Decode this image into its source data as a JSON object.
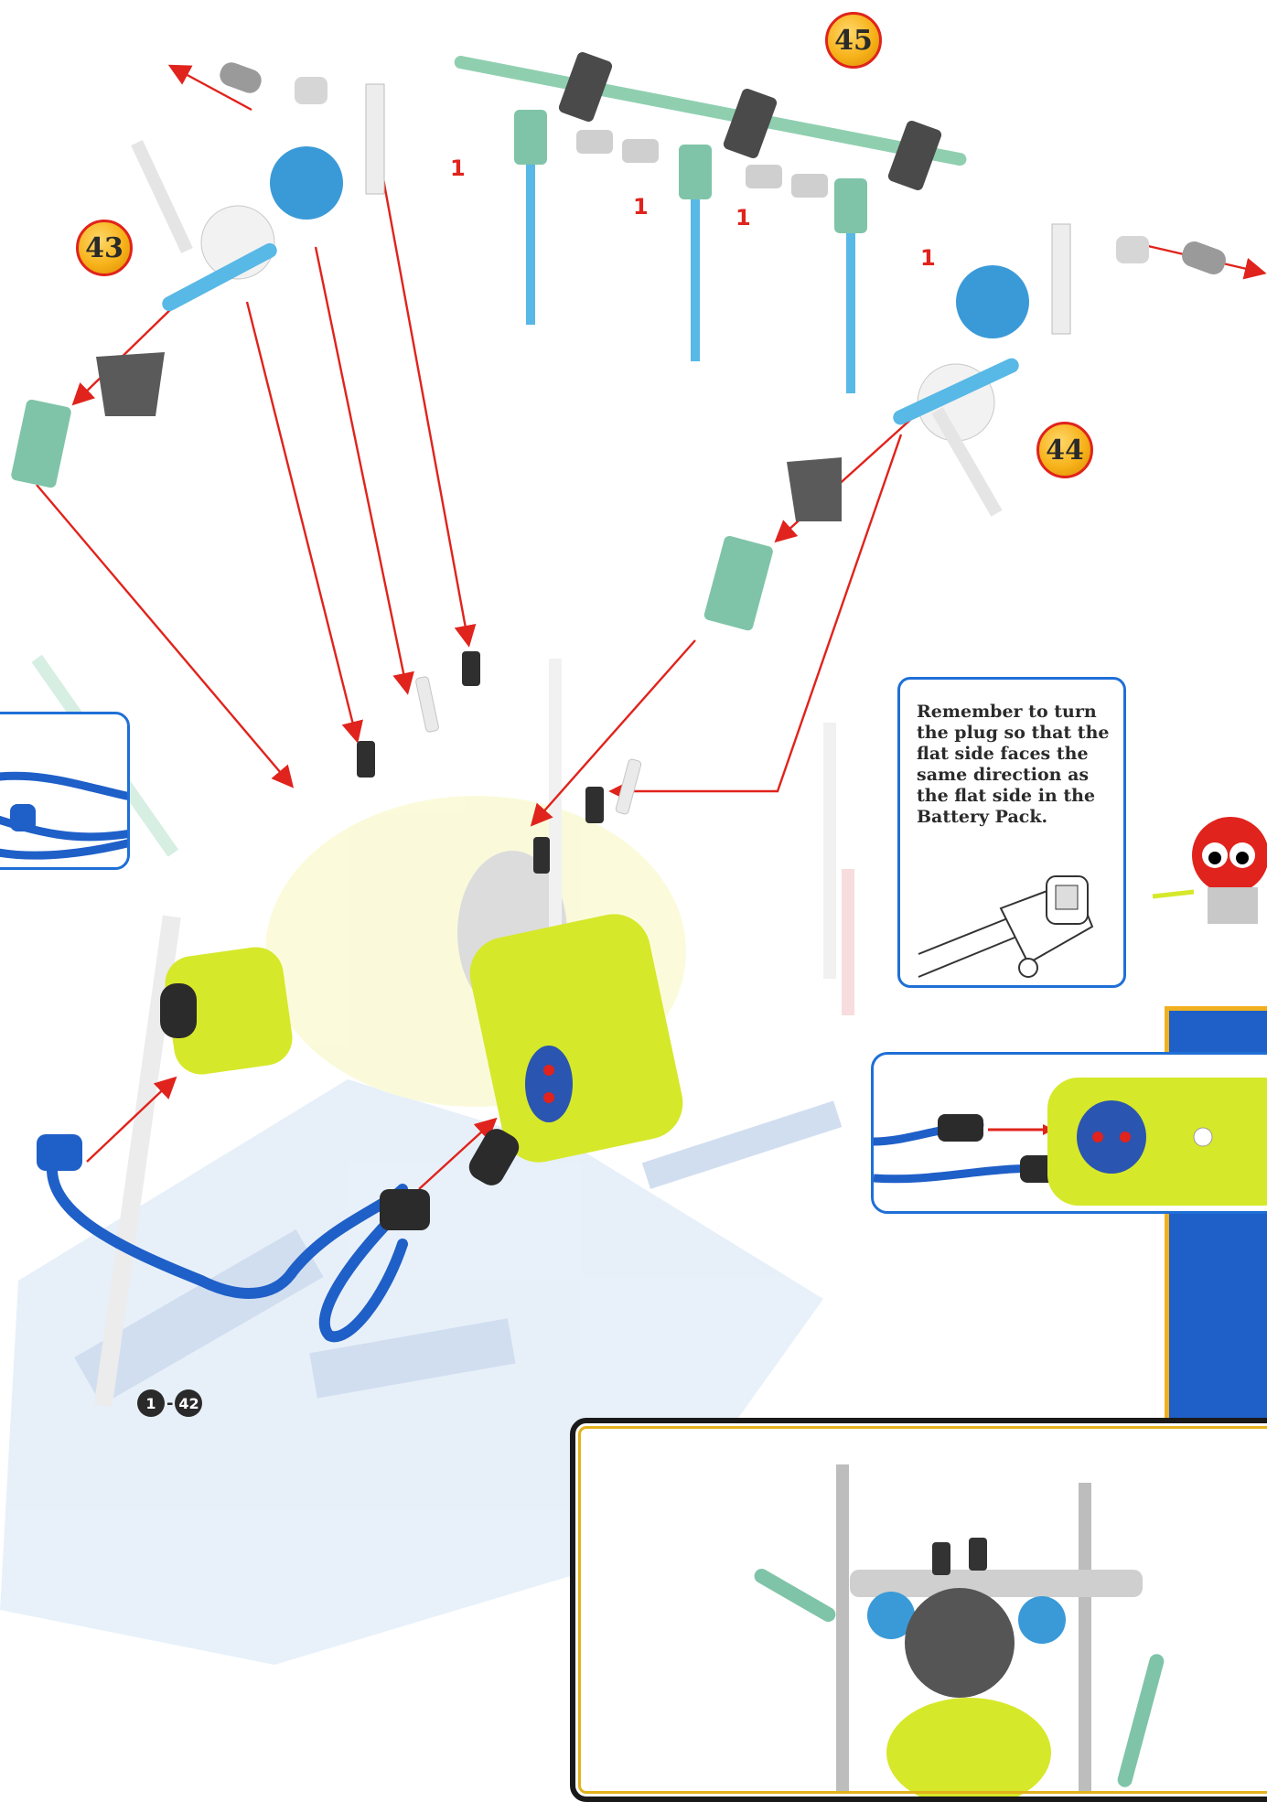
{
  "steps": {
    "step_43": "43",
    "step_44": "44",
    "step_45": "45"
  },
  "part_callouts": [
    "1",
    "1",
    "1",
    "1"
  ],
  "note": {
    "text": "Remember to turn the plug so that the flat side faces the same direction as the flat side in the Battery Pack."
  },
  "reference": {
    "from": "1",
    "sep": "-",
    "to": "42"
  },
  "colors": {
    "arrow_red": "#e0231c",
    "frame_blue": "#1f6fd6",
    "badge_gold": "#f7b21a",
    "battery_yellow": "#d6e82a",
    "cable_blue": "#1f5fc8",
    "rod_blue": "#58b8e6",
    "connector_green": "#7fc4a8",
    "gear_blue": "#3a9ad8"
  }
}
